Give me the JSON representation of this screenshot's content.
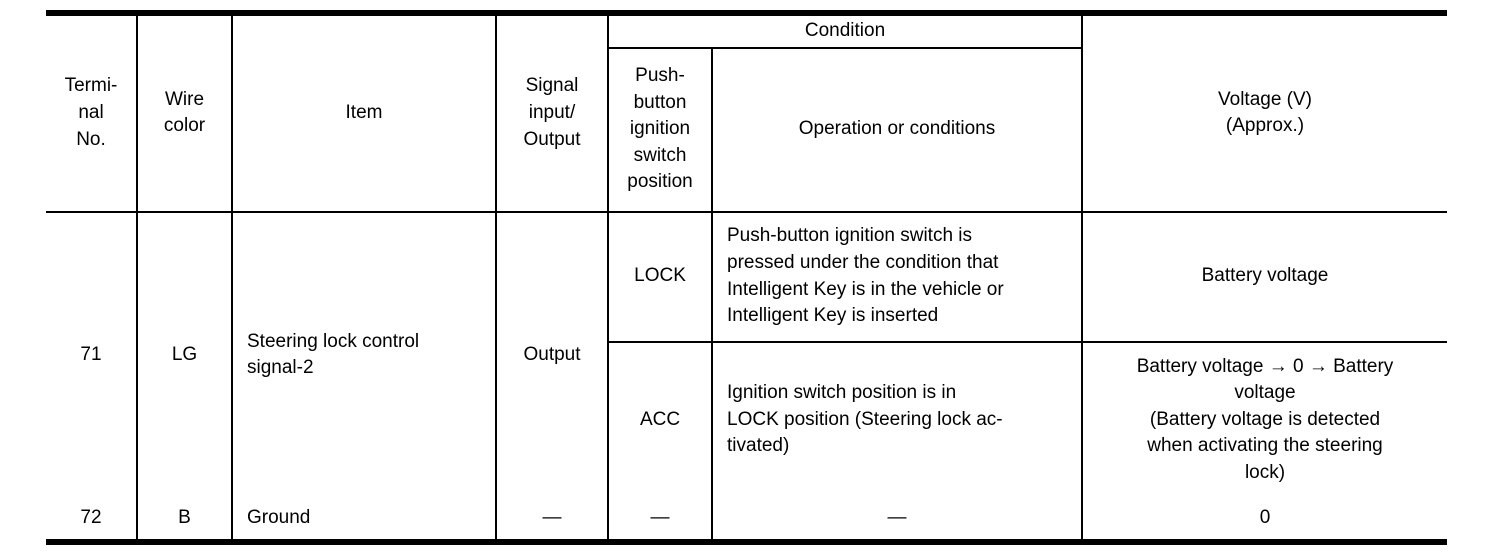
{
  "table": {
    "headers": {
      "terminal_no": "Termi-\nnal\nNo.",
      "wire_color": "Wire\ncolor",
      "item": "Item",
      "signal_io": "Signal\ninput/\nOutput",
      "condition": "Condition",
      "push_button_position": "Push-\nbutton\nignition\nswitch\nposition",
      "operation": "Operation or conditions",
      "voltage": "Voltage (V)\n(Approx.)"
    },
    "rows": {
      "row71": {
        "terminal": "71",
        "wire_color": "LG",
        "item": "Steering lock control\nsignal-2",
        "signal_io": "Output",
        "conditions": [
          {
            "position": "LOCK",
            "operation": "Push-button ignition switch is\npressed under the condition that\nIntelligent Key is in the vehicle or\nIntelligent Key is inserted",
            "voltage": "Battery voltage"
          },
          {
            "position": "ACC",
            "operation": "Ignition switch position is in\nLOCK position (Steering lock ac-\ntivated)",
            "voltage": "Battery voltage → 0 → Battery\nvoltage\n(Battery voltage is detected\nwhen activating the steering\nlock)"
          }
        ]
      },
      "row72": {
        "terminal": "72",
        "wire_color": "B",
        "item": "Ground",
        "signal_io": "—",
        "position": "—",
        "operation": "—",
        "voltage": "0"
      }
    },
    "colors": {
      "line": "#000000",
      "background": "#ffffff"
    }
  }
}
